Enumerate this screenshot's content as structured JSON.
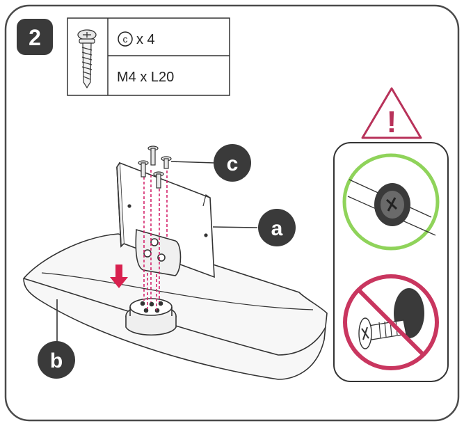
{
  "step": {
    "number": "2"
  },
  "parts_table": {
    "row1": {
      "part_letter": "c",
      "quantity": "x 4"
    },
    "row2": {
      "spec": "M4 x L20"
    }
  },
  "callouts": {
    "a": "a",
    "b": "b",
    "c": "c"
  },
  "warning": {
    "symbol": "!"
  },
  "colors": {
    "frame": "#4a4a4a",
    "dark_badge": "#3a3a3a",
    "guide_magenta": "#d4246c",
    "arrow_red": "#d8214f",
    "ok_green": "#8fd35a",
    "prohibited": "#c9365f",
    "warning_triangle": "#b8325a"
  },
  "icons": [
    "screw-icon",
    "warning-triangle-icon",
    "correct-check-circle",
    "prohibited-icon",
    "down-arrow-icon"
  ]
}
